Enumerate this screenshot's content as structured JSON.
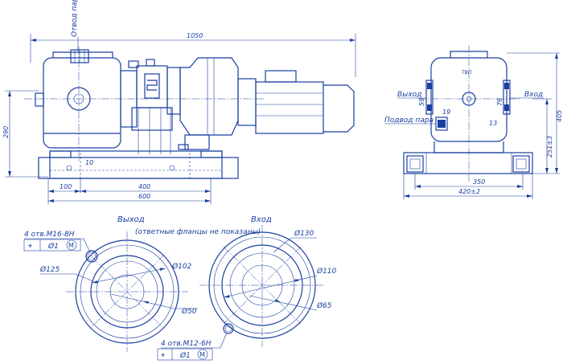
{
  "colors": {
    "ink": "#1a3fa0",
    "background": "#ffffff"
  },
  "side_view": {
    "steam_outlet": "Отвод пара",
    "dim_total_length": "1050",
    "dim_height": "290",
    "dim_left_offset": "100",
    "dim_base_inner": "400",
    "dim_base_length": "600",
    "dim_small": "10"
  },
  "end_view": {
    "outlet": "Выход",
    "inlet": "Вход",
    "steam_supply": "Подвод пара",
    "dim_outlet_offset": "59",
    "dim_inlet_offset": "76",
    "dim_supply": "19",
    "dim_13": "13",
    "dim_height_total": "405",
    "dim_axis_height": "251±3",
    "dim_350": "350",
    "dim_420": "420±2"
  },
  "flanges": {
    "note": "(ответные фланцы не показаны)",
    "outlet": {
      "title": "Выход",
      "holes_callout": "4 отв.М16-8Н",
      "frame_symbol": "⌖",
      "frame_tol": "Ø1",
      "frame_mod": "M",
      "d_bolt_circle": "Ø125",
      "d_102": "Ø102",
      "d_bore": "Ø50"
    },
    "inlet": {
      "title": "Вход",
      "holes_callout": "4 отв.М12-6Н",
      "frame_symbol": "⌖",
      "frame_tol": "Ø1",
      "frame_mod": "M",
      "d_130": "Ø130",
      "d_110": "Ø110",
      "d_bore": "Ø65"
    }
  }
}
